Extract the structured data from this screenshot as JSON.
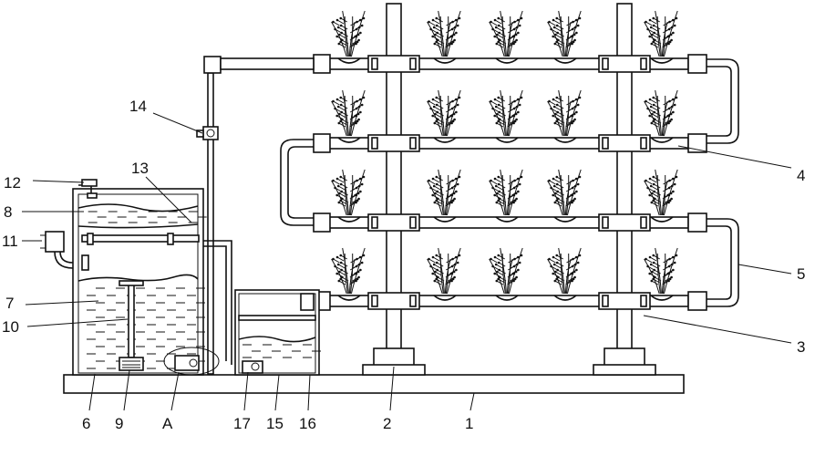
{
  "figure": {
    "kind": "patent schematic",
    "subject": "multi-tier hydroponic pipe planting rack with nutrient tank and pump",
    "labels": {
      "l1": "1",
      "l2": "2",
      "l3": "3",
      "l4": "4",
      "l5": "5",
      "l6": "6",
      "l7": "7",
      "l8": "8",
      "l9": "9",
      "l10": "10",
      "l11": "11",
      "l12": "12",
      "l13": "13",
      "l14": "14",
      "l15": "15",
      "l16": "16",
      "l17": "17",
      "lA": "A"
    },
    "tiers": 4,
    "plants_per_tier": 5,
    "ink_color": "#111111",
    "background": "#ffffff"
  }
}
